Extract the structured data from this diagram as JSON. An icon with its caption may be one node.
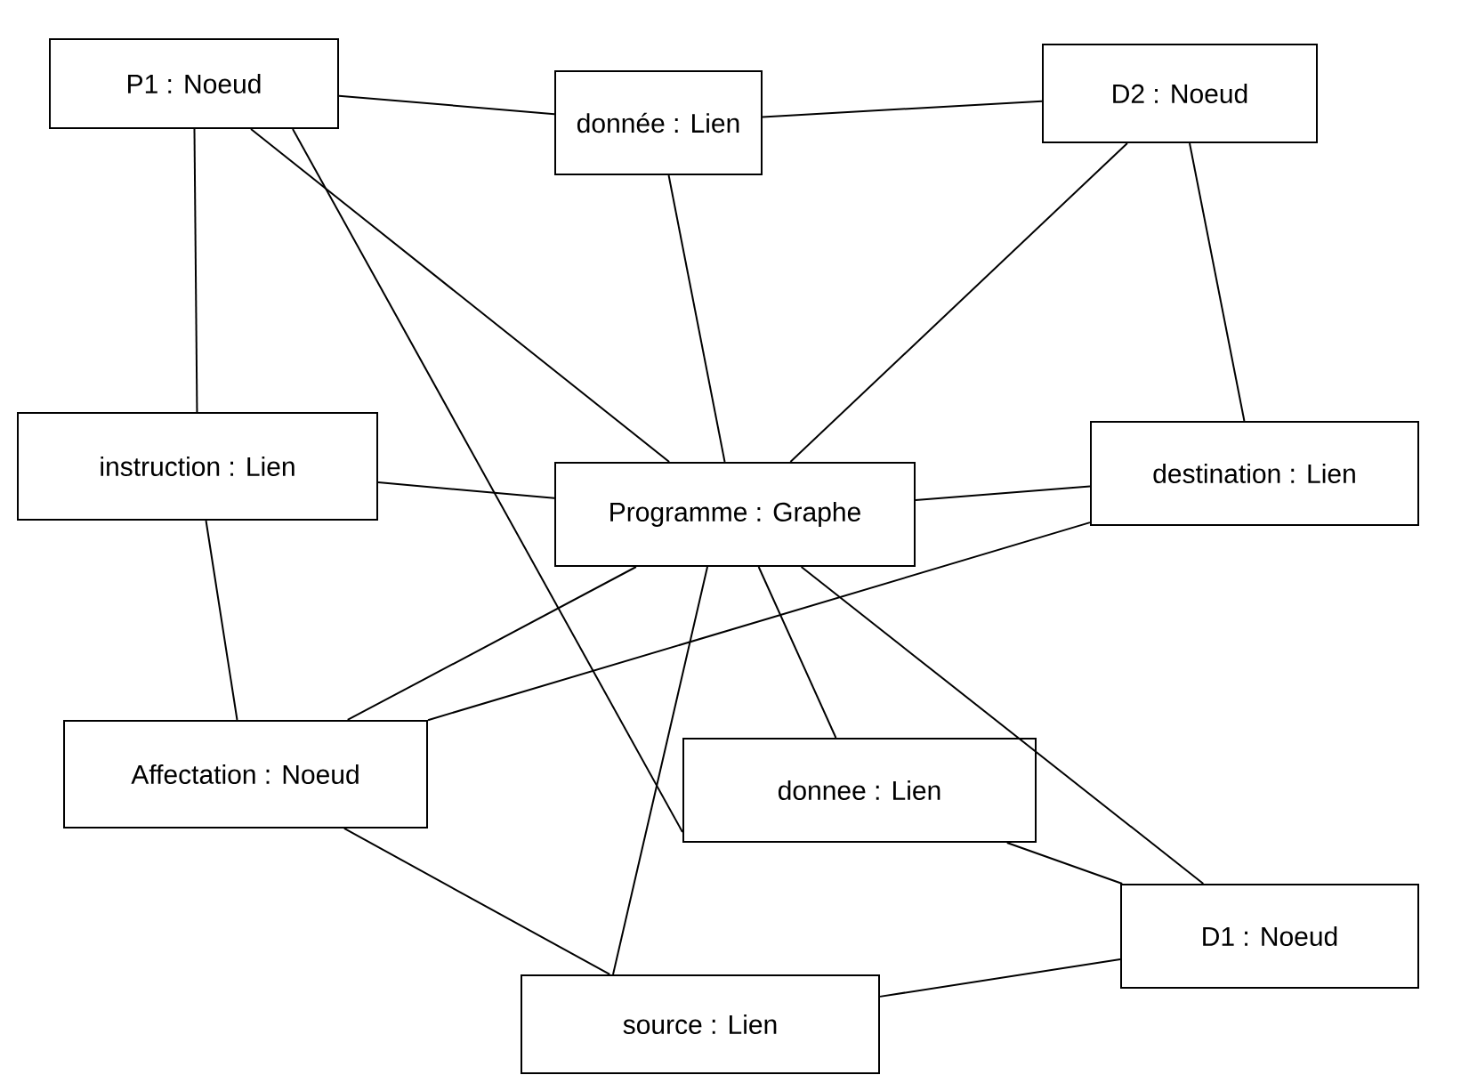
{
  "diagram": {
    "nodes": [
      {
        "text": [
          "P1 : Noeud"
        ]
      },
      {
        "text": [
          "donnée : Lien"
        ]
      },
      {
        "text": [
          "D2 : Noeud"
        ]
      },
      {
        "text": [
          "instruction : Lien"
        ]
      },
      {
        "text": [
          "Programme : Graphe"
        ]
      },
      {
        "text": [
          "destination : Lien"
        ]
      },
      {
        "text": [
          "Affectation : Noeud"
        ]
      },
      {
        "text": [
          "donnee : Lien"
        ]
      },
      {
        "text": [
          "D1 : Noeud"
        ]
      },
      {
        "text": [
          "source : Lien"
        ]
      }
    ],
    "edges": [
      {
        "from": 0,
        "to": 1,
        "arrow": "none"
      },
      {
        "from": 1,
        "to": 2,
        "arrow": "none"
      },
      {
        "from": 0,
        "to": 3,
        "arrow": "none"
      },
      {
        "from": 0,
        "to": 4,
        "arrow": "none"
      },
      {
        "from": 0,
        "to": 7,
        "arrow": "none"
      },
      {
        "from": 1,
        "to": 4,
        "arrow": "none"
      },
      {
        "from": 2,
        "to": 4,
        "arrow": "none"
      },
      {
        "from": 2,
        "to": 5,
        "arrow": "none"
      },
      {
        "from": 3,
        "to": 4,
        "arrow": "none"
      },
      {
        "from": 3,
        "to": 6,
        "arrow": "none"
      },
      {
        "from": 4,
        "to": 5,
        "arrow": "none"
      },
      {
        "from": 4,
        "to": 6,
        "arrow": "none"
      },
      {
        "from": 5,
        "to": 6,
        "arrow": "none"
      },
      {
        "from": 4,
        "to": 7,
        "arrow": "none"
      },
      {
        "from": 4,
        "to": 9,
        "arrow": "none"
      },
      {
        "from": 4,
        "to": 8,
        "arrow": "none"
      },
      {
        "from": 6,
        "to": 9,
        "arrow": "none"
      },
      {
        "from": 7,
        "to": 8,
        "arrow": "none"
      },
      {
        "from": 8,
        "to": 9,
        "arrow": "none"
      }
    ]
  }
}
